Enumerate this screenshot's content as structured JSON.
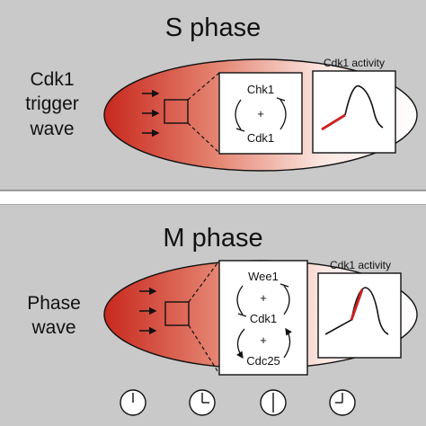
{
  "colors": {
    "panel_bg": "#c9c9c9",
    "separator": "#ffffff",
    "wave_red": "#c8281e",
    "curve_highlight": "#cc2222",
    "line": "#111111"
  },
  "top_panel": {
    "title": "S phase",
    "side_label_lines": [
      "Cdk1",
      "trigger",
      "wave"
    ],
    "box_lines": [
      "Chk1",
      "+",
      "Cdk1"
    ],
    "activity_label": "Cdk1 activity"
  },
  "bottom_panel": {
    "title": "M phase",
    "side_label_lines": [
      "Phase",
      "wave"
    ],
    "box_lines": [
      "Wee1",
      "+",
      "Cdk1",
      "+",
      "Cdc25"
    ],
    "activity_label": "Cdk1 activity",
    "clock_icons": [
      "clock-icon",
      "clock-icon",
      "clock-icon",
      "clock-icon"
    ]
  }
}
